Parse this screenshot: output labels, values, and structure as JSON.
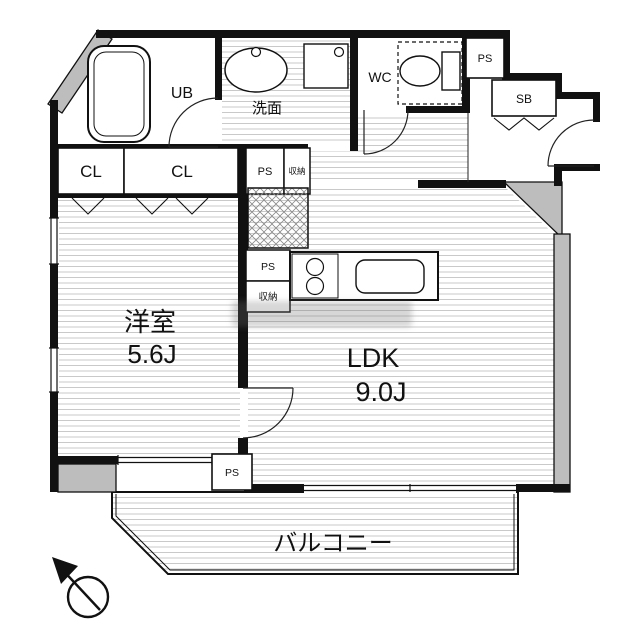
{
  "labels": {
    "western_room": {
      "name": "洋室",
      "area": "5.6J"
    },
    "ldk": {
      "name": "LDK",
      "area": "9.0J"
    },
    "balcony": "バルコニー",
    "unit_bath": "UB",
    "washroom": "洗面",
    "wc": "WC",
    "shoe_box": "SB",
    "closet_left": "CL",
    "closet_right": "CL",
    "ps_top_right": "PS",
    "ps_hall": "PS",
    "ps_kitchen": "PS",
    "ps_bottom": "PS",
    "storage_hall": "収納",
    "storage_kitchen": "収納"
  },
  "colors": {
    "wall": "#111111",
    "wall_shade": "#bdbdbd",
    "floor_hatch": "#c9c9c9",
    "paper": "#ffffff"
  },
  "icons": {
    "compass": "north-compass-arrow"
  }
}
